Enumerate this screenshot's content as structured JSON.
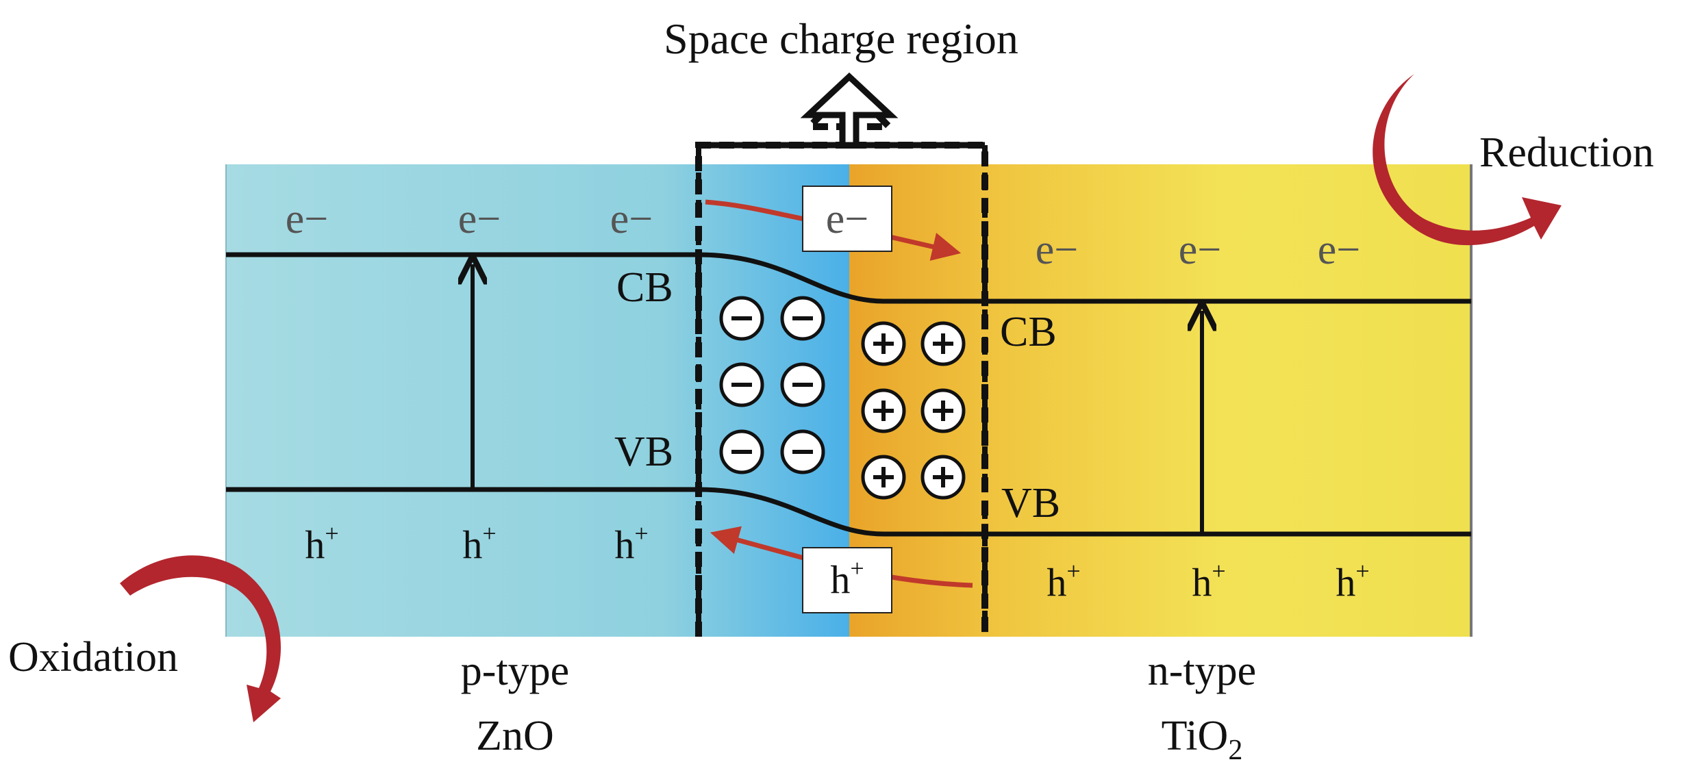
{
  "title": "Space charge region",
  "p_side": {
    "type_label": "p-type",
    "material": "ZnO"
  },
  "n_side": {
    "type_label": "n-type",
    "material_base": "TiO",
    "material_subscript": "2"
  },
  "band_labels": {
    "cb": "CB",
    "vb": "VB"
  },
  "carriers": {
    "electron": "e−",
    "hole_base": "h",
    "hole_sup": "+"
  },
  "charges": {
    "negative": "−",
    "positive": "+"
  },
  "reactions": {
    "oxidation": "Oxidation",
    "reduction": "Reduction"
  },
  "colors": {
    "p_region": "#9fd8e1",
    "p_depletion": "#4ab0e8",
    "n_depletion": "#eaa42c",
    "n_region": "#f2e254",
    "band_line": "#111111",
    "reaction_arrow": "#b3262e",
    "carrier_arrow": "#c0392b"
  }
}
